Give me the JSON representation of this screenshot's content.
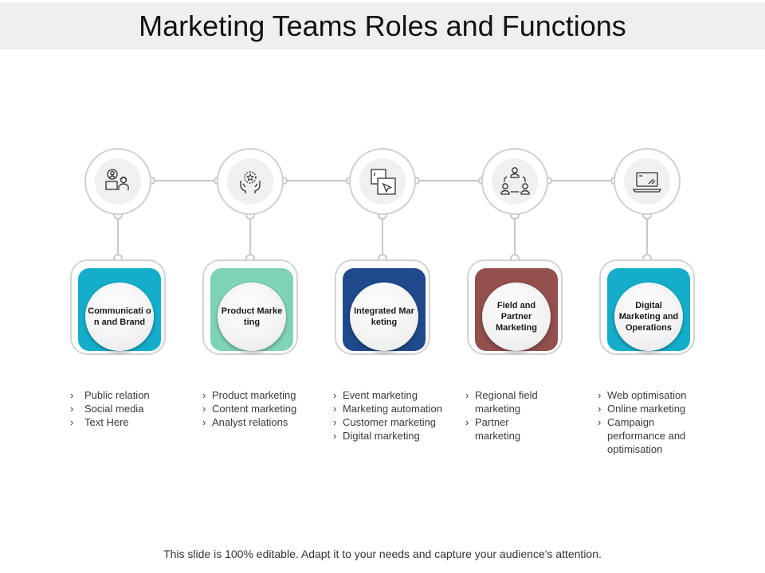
{
  "title": "Marketing Teams Roles and Functions",
  "footer": "This slide is 100% editable. Adapt it to your needs and capture your audience's attention.",
  "bullet_marker": "›",
  "items": [
    {
      "label": "Communicati on and Brand",
      "color": "#14aecb",
      "icon": "team-users-icon",
      "bullets": [
        "Public relation",
        "Social media",
        "Text Here"
      ]
    },
    {
      "label": "Product Marketing",
      "color": "#7fd3b8",
      "icon": "hands-star-icon",
      "bullets": [
        "Product marketing",
        "Content marketing",
        "Analyst relations"
      ]
    },
    {
      "label": "Integrated Marketing",
      "color": "#1e4a8c",
      "icon": "cursor-layers-icon",
      "bullets": [
        "Event marketing",
        "Marketing automation",
        "Customer marketing",
        "Digital marketing"
      ]
    },
    {
      "label": "Field and Partner Marketing",
      "color": "#93504d",
      "icon": "people-cycle-icon",
      "bullets": [
        "Regional field marketing",
        "Partner marketing"
      ]
    },
    {
      "label": "Digital Marketing and Operations",
      "color": "#14aecb",
      "icon": "laptop-icon",
      "bullets": [
        "Web optimisation",
        "Online marketing",
        "Campaign performance and optimisation"
      ]
    }
  ]
}
